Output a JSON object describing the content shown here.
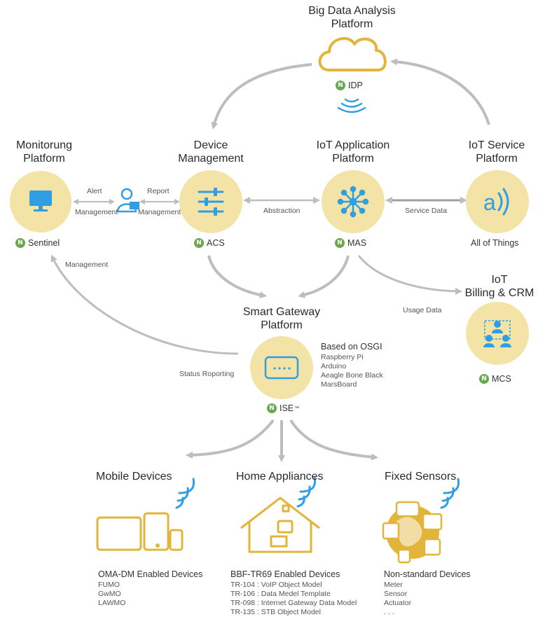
{
  "platforms": {
    "big_data": {
      "title_line1": "Big Data Analysis",
      "title_line2": "Platform",
      "badge": "IDP"
    },
    "monitoring": {
      "title_line1": "Monitorung",
      "title_line2": "Platform",
      "badge": "Sentinel"
    },
    "device_mgmt": {
      "title_line1": "Device",
      "title_line2": "Management",
      "badge": "ACS"
    },
    "iot_app": {
      "title_line1": "IoT Application",
      "title_line2": "Platform",
      "badge": "MAS"
    },
    "iot_service": {
      "title_line1": "IoT Service",
      "title_line2": "Platform",
      "caption": "All of Things"
    },
    "billing": {
      "title_line1": "IoT",
      "title_line2": "Billing & CRM",
      "badge": "MCS"
    },
    "gateway": {
      "title_line1": "Smart Gateway",
      "title_line2": "Platform",
      "badge": "ISE",
      "badge_tm": "™",
      "based_on": "Based on OSGI",
      "boards": [
        "Raspberry Pi",
        "Arduino",
        "Aeagle Bone Black",
        "MarsBoard"
      ]
    }
  },
  "edge_labels": {
    "alert": "Alert",
    "management_left": "Management",
    "report": "Report",
    "management_right": "Management",
    "abstraction": "Abstraction",
    "service_data": "Service Data",
    "management_vertical": "Management",
    "usage_data": "Usage Data",
    "status_reporting": "Status Roporting"
  },
  "devices": {
    "mobile": {
      "title": "Mobile Devices",
      "heading": "OMA-DM Enabled Devices",
      "items": [
        "FUMO",
        "GwMO",
        "LAWMO"
      ]
    },
    "home": {
      "title": "Home Appliances",
      "heading": "BBF-TR69 Enabled Devices",
      "items": [
        "TR-104 : VoIP Object Model",
        "TR-106 : Data Medel Template",
        "TR-098 : Internet Gateway Data Model",
        "TR-135 : STB Object Model"
      ]
    },
    "fixed": {
      "title": "Fixed Sensors",
      "heading": "Non-standard Devices",
      "items": [
        "Meter",
        "Sensor",
        "Actuator",
        ". . ."
      ]
    }
  },
  "colors": {
    "circle": "#f4e3a6",
    "icon_blue": "#2f9ee3",
    "gold": "#e2b43a",
    "arrow": "#bdbdbd",
    "badge_green": "#6aa84f"
  }
}
